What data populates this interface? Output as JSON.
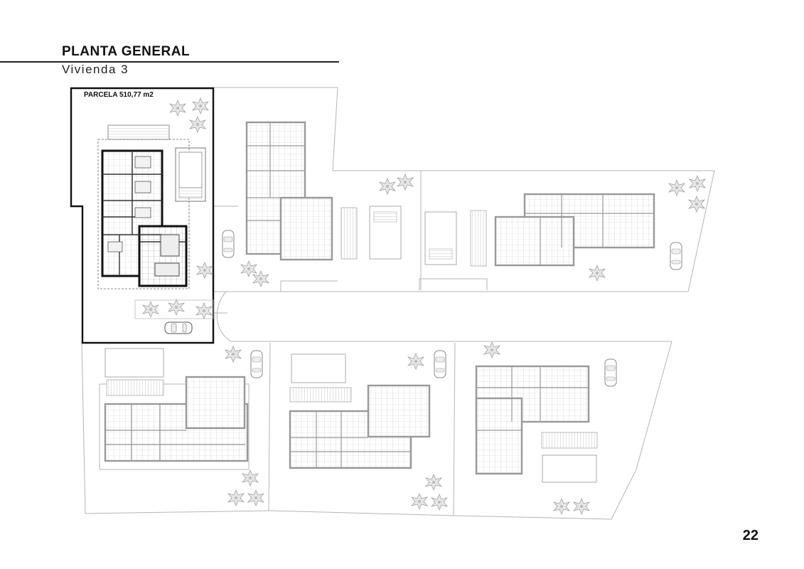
{
  "header": {
    "title": "PLANTA GENERAL",
    "subtitle": "Vivienda 3"
  },
  "plan": {
    "plot_label": "PARCELA 510,77 m2"
  },
  "footer": {
    "page_number": "22"
  }
}
